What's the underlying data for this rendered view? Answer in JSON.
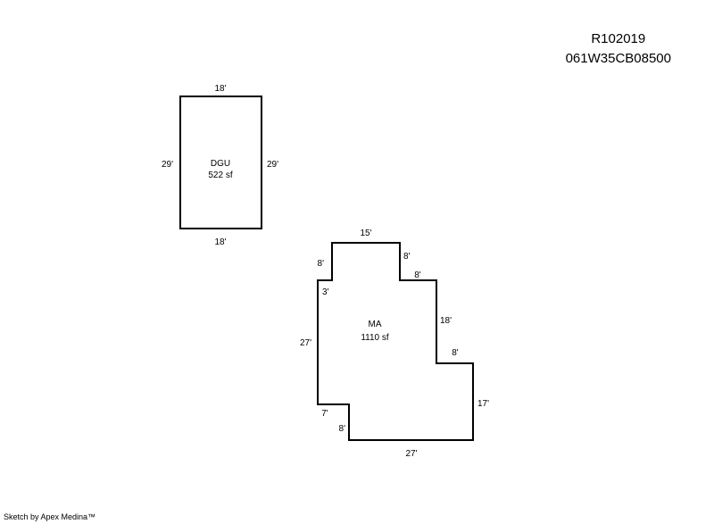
{
  "header": {
    "parcel_id": "R102019",
    "map_number": "061W35CB08500"
  },
  "footer": {
    "credit": "Sketch by Apex Medina™"
  },
  "colors": {
    "line": "#000000",
    "text": "#000000",
    "background": "#ffffff"
  },
  "areas": {
    "dgu": {
      "name": "DGU",
      "area": "522 sf",
      "dims": {
        "top": "18'",
        "bottom": "18'",
        "left": "29'",
        "right": "29'"
      }
    },
    "ma": {
      "name": "MA",
      "area": "1110 sf",
      "dims": {
        "top": "15'",
        "left_upper": "8'",
        "right_upper": "8'",
        "step_upper_right": "8'",
        "left_step": "3'",
        "right_mid": "18'",
        "step_lower_right": "8'",
        "left_long": "27'",
        "right_lower": "17'",
        "step_lower_left": "7'",
        "left_lower": "8'",
        "bottom": "27'"
      }
    }
  }
}
